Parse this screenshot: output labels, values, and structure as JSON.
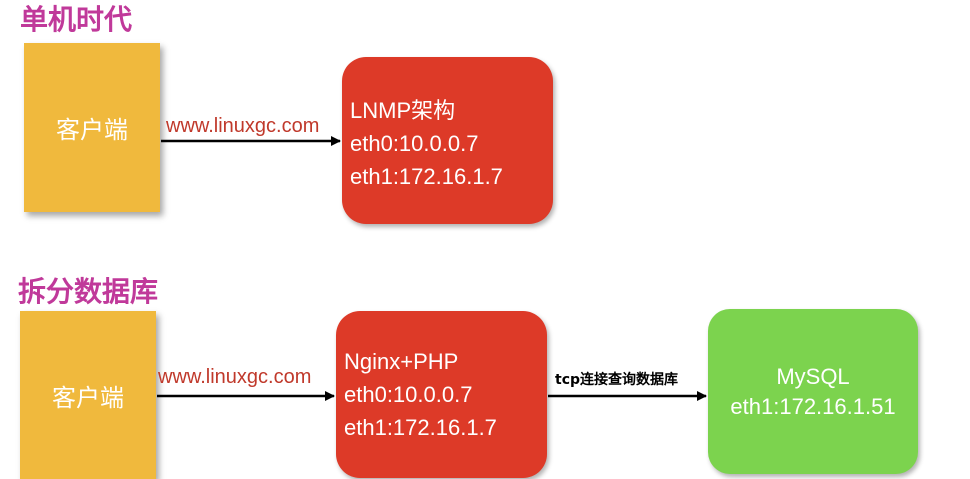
{
  "sections": {
    "single": {
      "title": "单机时代",
      "client_label": "客户端",
      "edge_label": "www.linuxgc.com",
      "server_lines": [
        "LNMP架构",
        "eth0:10.0.0.7",
        "eth1:172.16.1.7"
      ]
    },
    "split": {
      "title": "拆分数据库",
      "client_label": "客户端",
      "edge_label": "www.linuxgc.com",
      "server_lines": [
        "Nginx+PHP",
        "eth0:10.0.0.7",
        "eth1:172.16.1.7"
      ],
      "db_edge_label": "tcp连接查询数据库",
      "db_lines": [
        "MySQL",
        "eth1:172.16.1.51"
      ]
    }
  },
  "colors": {
    "title": "#c0399a",
    "client": "#f0b93d",
    "server": "#dd3a28",
    "db": "#7cd34e",
    "edge_label": "#c0392b",
    "arrow": "#000000"
  }
}
